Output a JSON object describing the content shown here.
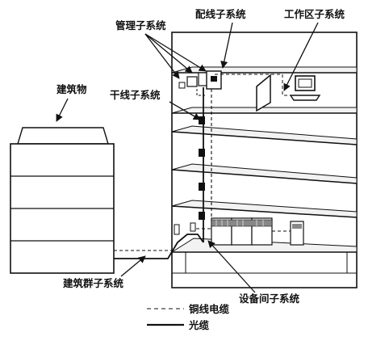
{
  "labels": {
    "management": "管理子系统",
    "horizontal": "配线子系统",
    "work_area": "工作区子系统",
    "backbone": "干线子系统",
    "building": "建筑物",
    "campus": "建筑群子系统",
    "equipment_room": "设备间子系统"
  },
  "legend": {
    "copper": "铜线电缆",
    "fiber": "光缆"
  },
  "colors": {
    "ink": "#111111",
    "floor_fill": "#f2f2f2"
  }
}
